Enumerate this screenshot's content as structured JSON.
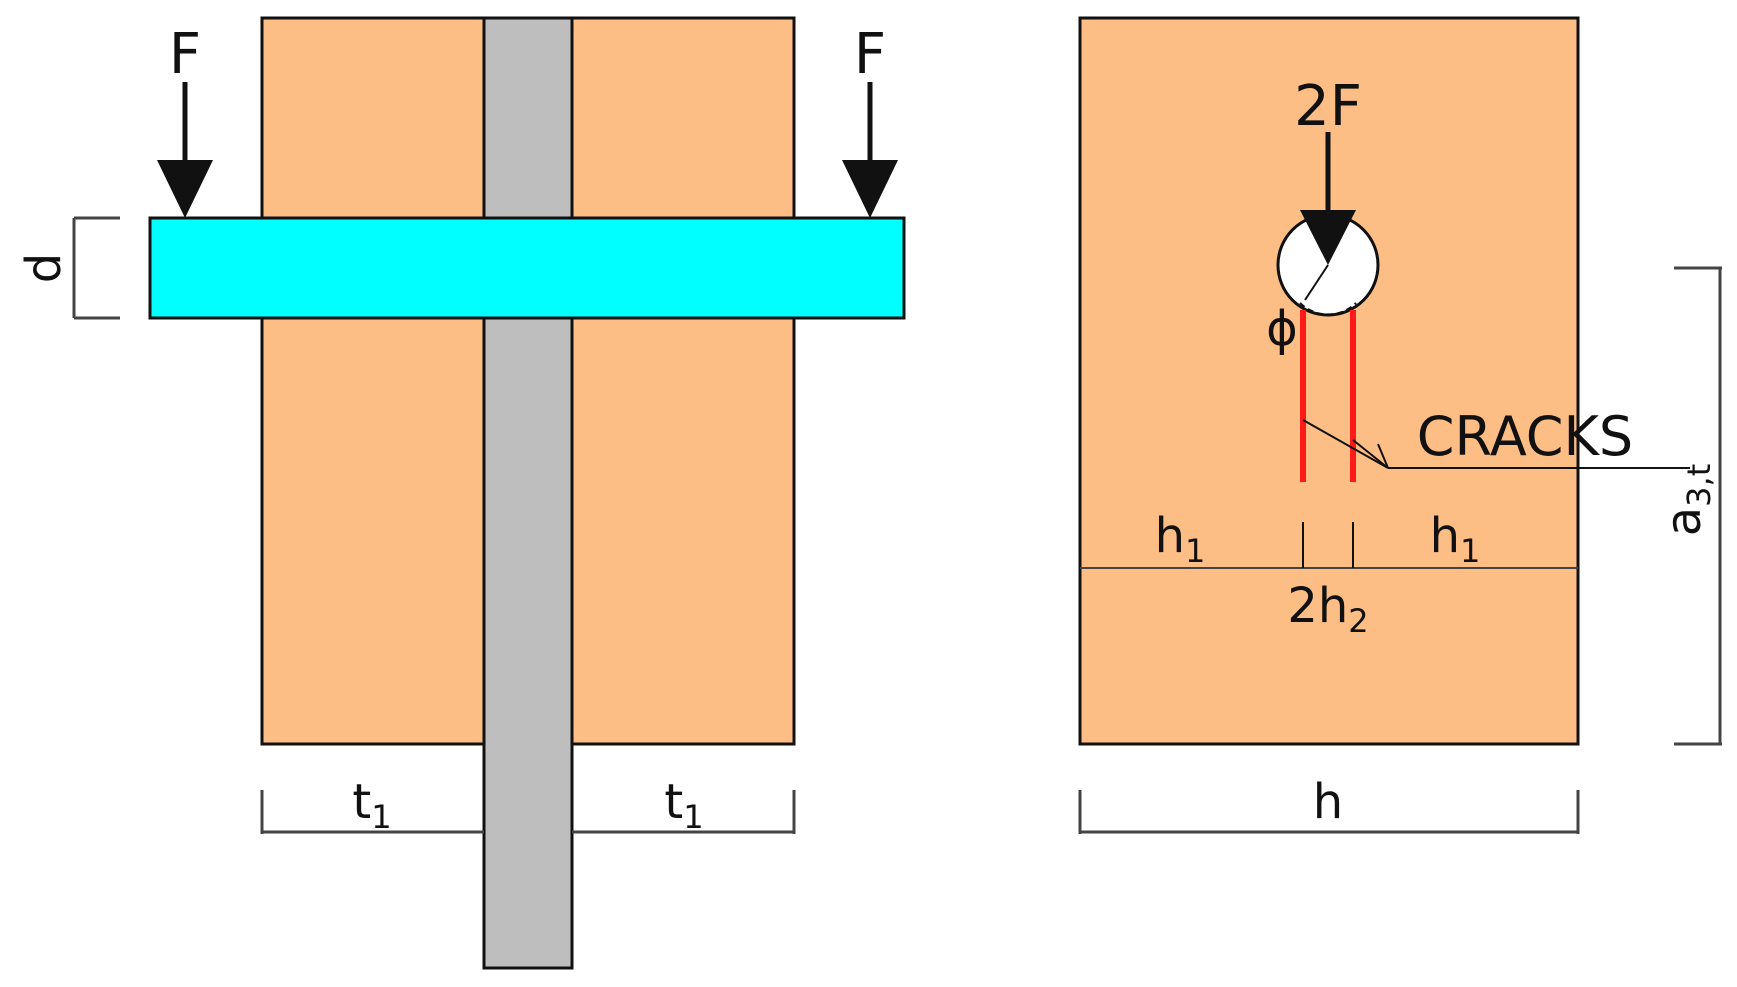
{
  "colors": {
    "timber": "#FDBE86",
    "steel_plate": "#BEBEBE",
    "dowel": "#00FFFF",
    "crack": "#FF1A1A",
    "hole": "#FFFFFF",
    "line": "#111111",
    "dimension": "#444444"
  },
  "left_view": {
    "force_left": "F",
    "force_right": "F",
    "dim_d": "d",
    "dim_t_left": "t",
    "dim_t_left_sub": "1",
    "dim_t_right": "t",
    "dim_t_right_sub": "1"
  },
  "right_view": {
    "force": "2F",
    "hole_symbol": "ϕ",
    "cracks_label": "CRACKS",
    "dim_h1_left": "h",
    "dim_h1_left_sub": "1",
    "dim_h1_right": "h",
    "dim_h1_right_sub": "1",
    "dim_2h2": "2h",
    "dim_2h2_sub": "2",
    "dim_h": "h",
    "dim_a3t": "a",
    "dim_a3t_sub": "3,t"
  },
  "icons": {
    "force_arrow": "down-arrow-icon"
  }
}
